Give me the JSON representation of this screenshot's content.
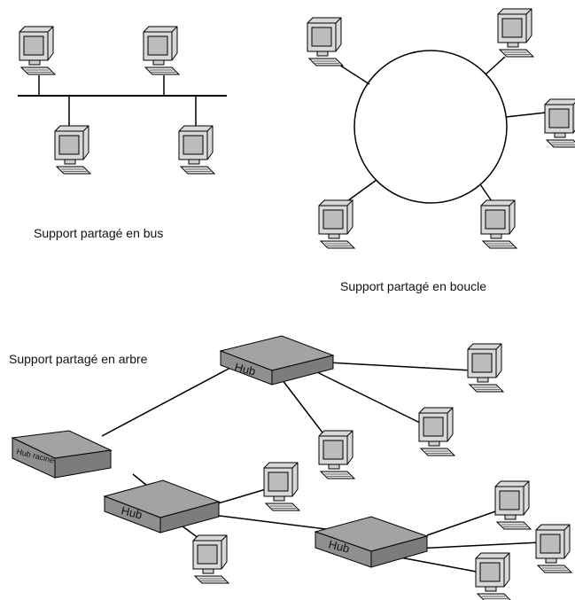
{
  "captions": {
    "bus": "Support partagé en bus",
    "ring": "Support partagé en boucle",
    "tree": "Support partagé en arbre"
  },
  "hubs": {
    "root": "Hub racine",
    "hub_top": "Hub",
    "hub_mid": "Hub",
    "hub_right": "Hub"
  },
  "colors": {
    "line": "#000000",
    "hub_top_face": "#a6a6a6",
    "hub_side": "#8a8a8a",
    "monitor": "#d4d4d4",
    "screen": "#bdbdbd"
  }
}
